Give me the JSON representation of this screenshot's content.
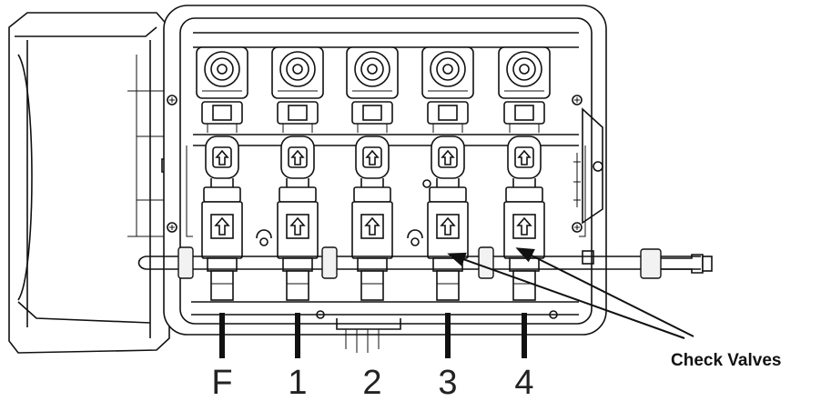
{
  "diagram": {
    "line_labels": [
      "F",
      "1",
      "2",
      "3",
      "4"
    ],
    "callout_label": "Check Valves",
    "colors": {
      "ink": "#111111",
      "background": "#ffffff"
    }
  }
}
